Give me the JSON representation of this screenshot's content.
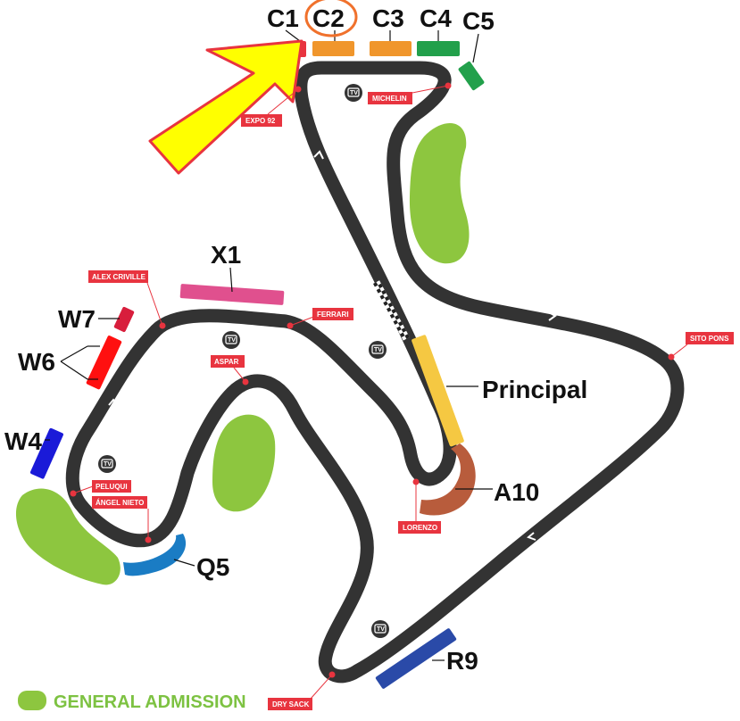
{
  "colors": {
    "track": "#333333",
    "track_edge": "#ffffff",
    "general_admission": "#8dc63f",
    "corner_tag": "#e8343f",
    "highlight_arrow_fill": "#ffff00",
    "highlight_arrow_stroke": "#e8343f",
    "highlight_circle": "#f0712c"
  },
  "stands": {
    "c1": {
      "label": "C1",
      "color": "#e8343f"
    },
    "c2": {
      "label": "C2",
      "color": "#f0962c",
      "highlighted": true
    },
    "c3": {
      "label": "C3",
      "color": "#f0962c"
    },
    "c4": {
      "label": "C4",
      "color": "#22a04b"
    },
    "c5": {
      "label": "C5",
      "color": "#22a04b"
    },
    "x1": {
      "label": "X1",
      "color": "#e0508e"
    },
    "w7": {
      "label": "W7",
      "color": "#d81e3c"
    },
    "w6": {
      "label": "W6",
      "color": "#ff1010"
    },
    "w4": {
      "label": "W4",
      "color": "#1a1ad8"
    },
    "principal": {
      "label": "Principal",
      "color": "#f5c842"
    },
    "a10": {
      "label": "A10",
      "color": "#b85c3c"
    },
    "q5": {
      "label": "Q5",
      "color": "#1a7cc4"
    },
    "r9": {
      "label": "R9",
      "color": "#2a4aa8"
    }
  },
  "corners": {
    "expo92": "EXPO 92",
    "michelin": "MICHELIN",
    "alex_criville": "ALEX CRIVILLE",
    "ferrari": "FERRARI",
    "aspar": "ASPAR",
    "sito_pons": "SITO PONS",
    "peluqui": "PELUQUI",
    "angel_nieto": "ÁNGEL NIETO",
    "lorenzo": "LORENZO",
    "dry_sack": "DRY SACK"
  },
  "tv_icon": "tv-icon",
  "legend": {
    "label": "GENERAL ADMISSION"
  }
}
